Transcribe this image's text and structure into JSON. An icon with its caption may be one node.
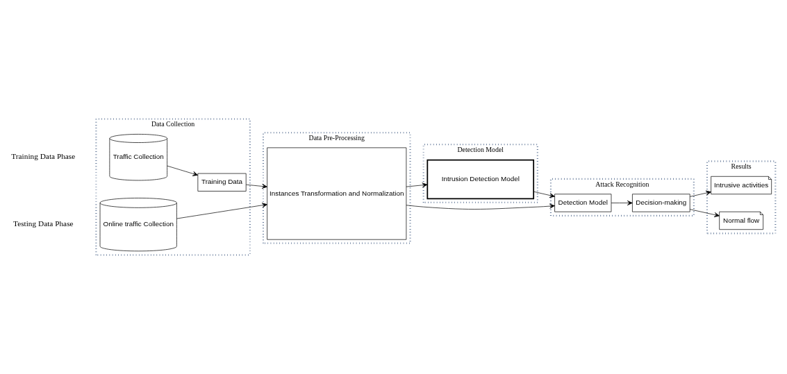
{
  "diagram": {
    "nodes": [
      {
        "text": [
          "Data Collection"
        ]
      },
      {
        "text": [
          "Traffic Collection"
        ],
        "in": 0
      },
      {
        "text": [
          "Training Data"
        ],
        "in": 0
      },
      {
        "text": [
          "Online traffic Collection"
        ],
        "in": 0
      },
      {
        "text": [
          "Data Pre-Processing"
        ]
      },
      {
        "text": [
          "Instances Transformation and Normalization"
        ],
        "in": 4
      },
      {
        "text": [
          "Detection Model"
        ]
      },
      {
        "text": [
          "Intrusion Detection Model"
        ],
        "in": 6
      },
      {
        "text": [
          "Attack Recognition"
        ]
      },
      {
        "text": [
          "Detection Model"
        ],
        "in": 8
      },
      {
        "text": [
          "Decision-making"
        ],
        "in": 8
      },
      {
        "text": [
          "Results"
        ]
      },
      {
        "text": [
          "Intrusive activities"
        ],
        "in": 11
      },
      {
        "text": [
          "Normal flow"
        ],
        "in": 11
      }
    ],
    "edges": [
      {
        "from": 1,
        "to": 2,
        "arrow": "to"
      },
      {
        "from": 2,
        "to": 5,
        "arrow": "to"
      },
      {
        "from": 3,
        "to": 5,
        "arrow": "to"
      },
      {
        "from": 5,
        "to": 7,
        "arrow": "to"
      },
      {
        "from": 5,
        "to": 9,
        "arrow": "to"
      },
      {
        "from": 7,
        "to": 9,
        "arrow": "to"
      },
      {
        "from": 9,
        "to": 10,
        "arrow": "to"
      },
      {
        "from": 10,
        "to": 12,
        "arrow": "to"
      },
      {
        "from": 10,
        "to": 13,
        "arrow": "to"
      }
    ],
    "labels": [
      "Training Data Phase",
      "Testing Data Phase"
    ]
  }
}
